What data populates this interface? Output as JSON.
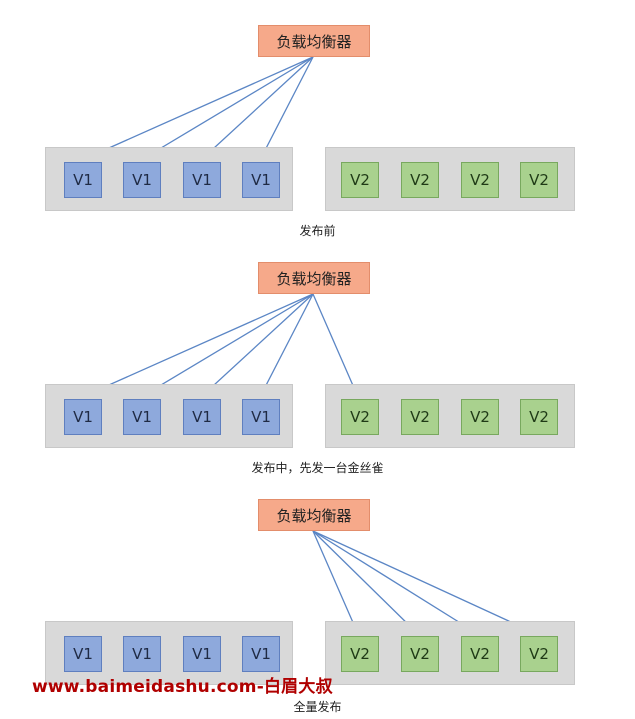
{
  "load_balancer_label": "负载均衡器",
  "v1_label": "V1",
  "v2_label": "V2",
  "captions": {
    "before": "发布前",
    "during": "发布中，先发一台金丝雀",
    "full": "全量发布"
  },
  "watermark": "www.baimeidashu.com-白眉大叔",
  "colors": {
    "arrow": "#5b86c5",
    "load_balancer": "#f6a98a",
    "v1": "#8ea9dc",
    "v2": "#a9d18e",
    "group": "#d9d9d9"
  }
}
